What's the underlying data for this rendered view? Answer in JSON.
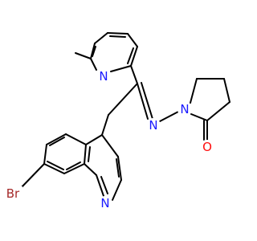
{
  "molecule": {
    "atoms": {
      "n_pyridine": {
        "symbol": "N",
        "color": "#1a1aff"
      },
      "n_imine": {
        "symbol": "N",
        "color": "#1a1aff"
      },
      "n_pyrrolidinone": {
        "symbol": "N",
        "color": "#1a1aff"
      },
      "o_carbonyl": {
        "symbol": "O",
        "color": "#ff0d0d"
      },
      "br": {
        "symbol": "Br",
        "color": "#a52a2a"
      },
      "n_quinoline": {
        "symbol": "N",
        "color": "#1a1aff"
      }
    }
  },
  "colors": {
    "bond": "#000000",
    "background": "#ffffff"
  }
}
